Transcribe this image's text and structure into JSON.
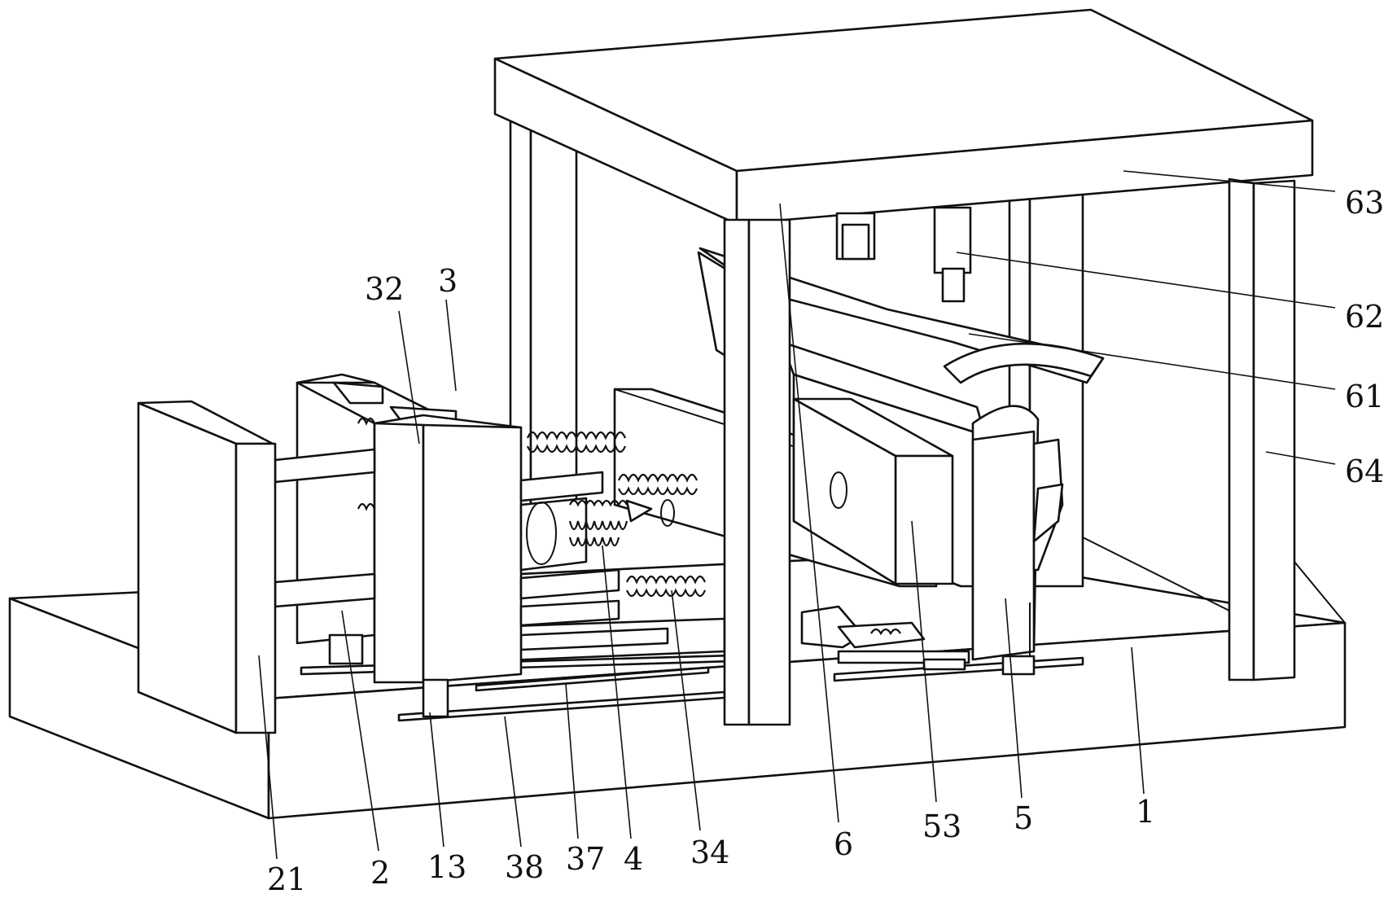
{
  "labels": {
    "l63": "63",
    "l62": "62",
    "l61": "61",
    "l64": "64",
    "l32": "32",
    "l3": "3",
    "l21": "21",
    "l2": "2",
    "l13": "13",
    "l38": "38",
    "l37": "37",
    "l4": "4",
    "l34": "34",
    "l6": "6",
    "l53": "53",
    "l5": "5",
    "l1": "1"
  }
}
